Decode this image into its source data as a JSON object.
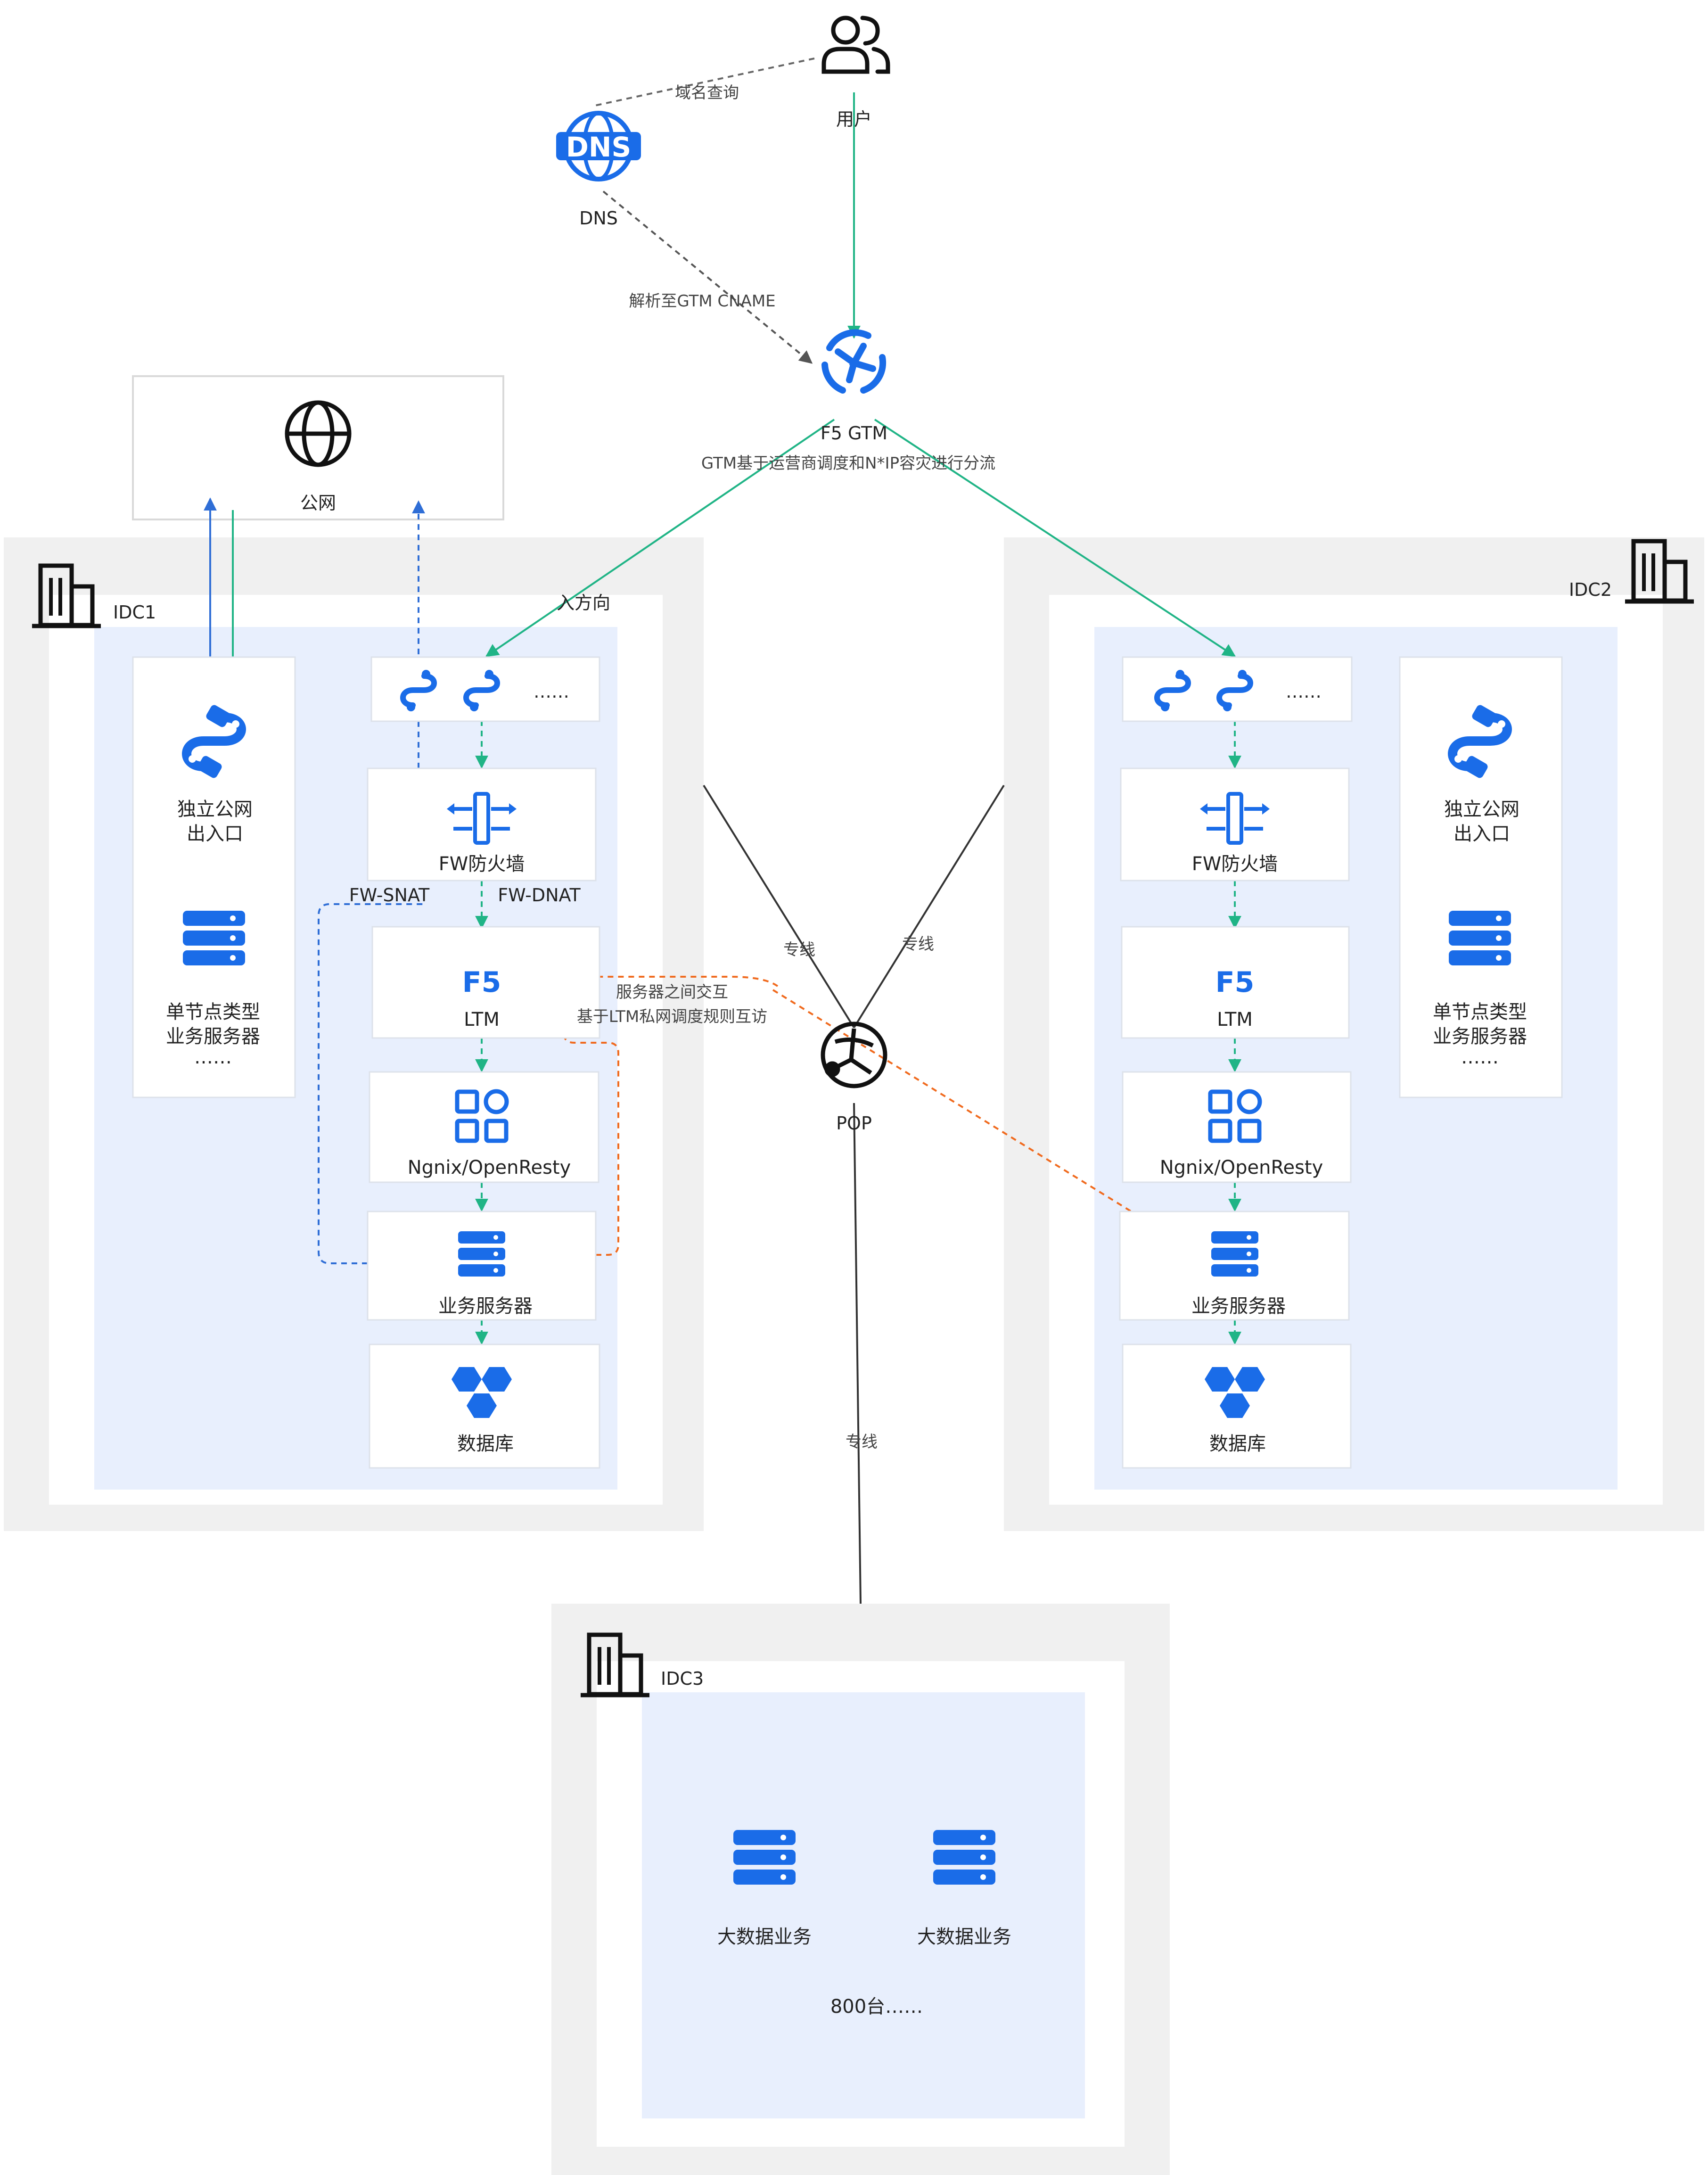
{
  "user": {
    "label": "用户"
  },
  "dns": {
    "label": "DNS",
    "glyph": "DNS"
  },
  "edges": {
    "domain_query": "域名查询",
    "resolve_cname": "解析至GTM CNAME",
    "inbound": "入方向",
    "fw_snat": "FW-SNAT",
    "fw_dnat": "FW-DNAT",
    "line_left": "专线",
    "line_right": "专线",
    "line_bottom": "专线",
    "server_interaction_1": "服务器之间交互",
    "server_interaction_2": "基于LTM私网调度规则互访"
  },
  "gtm": {
    "label": "F5 GTM",
    "desc": "GTM基于运营商调度和N*IP容灾进行分流"
  },
  "internet": {
    "label": "公网"
  },
  "pop": {
    "label": "POP"
  },
  "idc1": {
    "name": "IDC1",
    "ellipsis": "……",
    "firewall": "FW防火墙",
    "f5": "F5",
    "ltm": "LTM",
    "nginx": "Ngnix/OpenResty",
    "server": "业务服务器",
    "db": "数据库",
    "side": {
      "entry_1": "独立公网",
      "entry_2": "出入口",
      "single_1": "单节点类型",
      "single_2": "业务服务器",
      "single_3": "……"
    }
  },
  "idc2": {
    "name": "IDC2",
    "ellipsis": "……",
    "firewall": "FW防火墙",
    "f5": "F5",
    "ltm": "LTM",
    "nginx": "Ngnix/OpenResty",
    "server": "业务服务器",
    "db": "数据库",
    "side": {
      "entry_1": "独立公网",
      "entry_2": "出入口",
      "single_1": "单节点类型",
      "single_2": "业务服务器",
      "single_3": "……"
    }
  },
  "idc3": {
    "name": "IDC3",
    "service_1": "大数据业务",
    "service_2": "大数据业务",
    "count": "800台……"
  },
  "colors": {
    "primary_blue": "#1a6ce8",
    "flow_green": "#20b486",
    "inter_server_orange": "#f06a1e",
    "outbound_blue": "#2f6ed6",
    "idc_outer_gray": "#f0f0f0",
    "zone_bg": "#e8effd"
  }
}
